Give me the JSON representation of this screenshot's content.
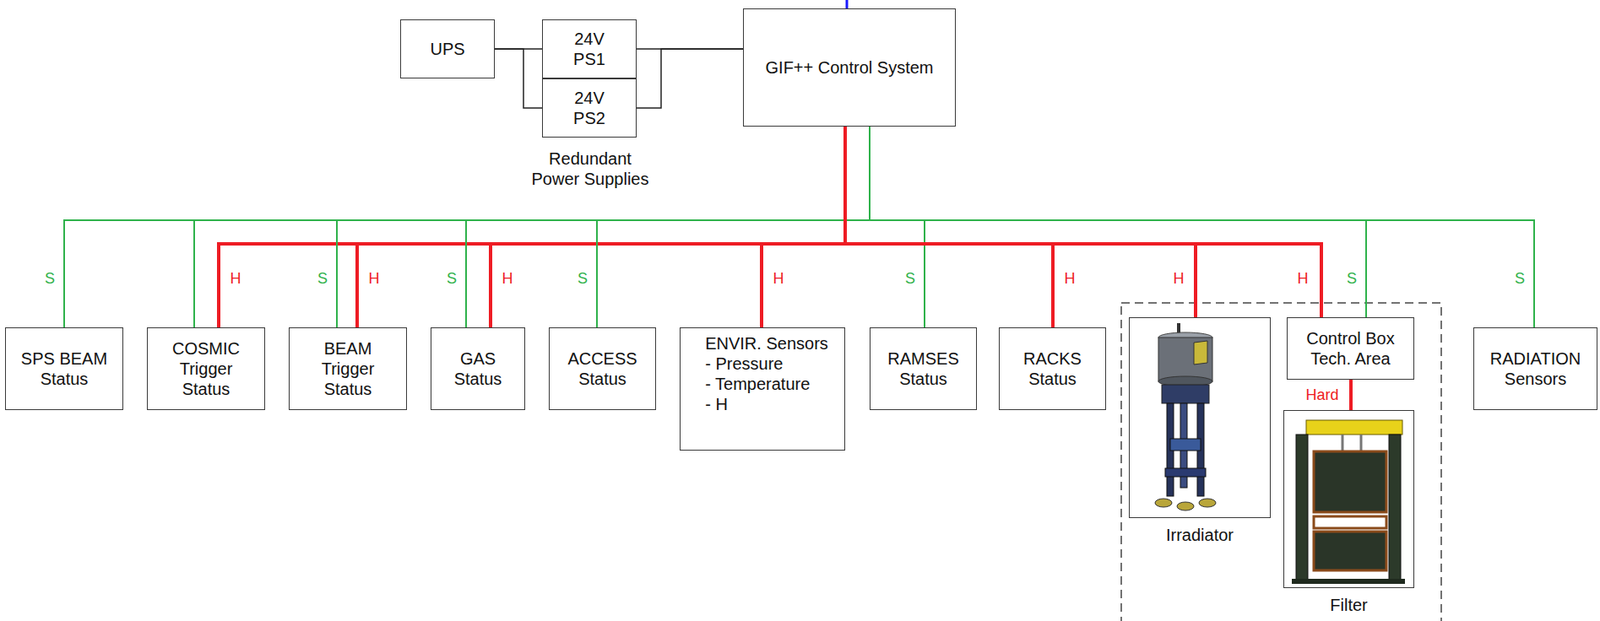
{
  "diagram": {
    "nodes": [
      {
        "text": [
          "UPS"
        ]
      },
      {
        "text": [
          "24V PS1"
        ]
      },
      {
        "text": [
          "24V PS2"
        ]
      },
      {
        "text": [
          "GIF++ Control System"
        ]
      },
      {
        "text": [
          "SPS BEAM Status"
        ]
      },
      {
        "text": [
          "COSMIC Trigger Status"
        ]
      },
      {
        "text": [
          "BEAM Trigger Status"
        ]
      },
      {
        "text": [
          "GAS Status"
        ]
      },
      {
        "text": [
          "ACCESS Status"
        ]
      },
      {
        "text": [
          "ENVIR. Sensors",
          "- Pressure",
          "- Temperature",
          "- H"
        ]
      },
      {
        "text": [
          "RAMSES Status"
        ]
      },
      {
        "text": [
          "RACKS Status"
        ]
      },
      {
        "text": [
          "Irradiator"
        ]
      },
      {
        "text": [
          "Control Box Tech. Area"
        ]
      },
      {
        "text": [
          "Filter"
        ]
      },
      {
        "text": [
          "RADIATION Sensors"
        ]
      }
    ],
    "edges": [
      {
        "from": 0,
        "to": 1,
        "arrow": "none"
      },
      {
        "from": 0,
        "to": 2,
        "arrow": "none"
      },
      {
        "from": 1,
        "to": 3,
        "arrow": "none"
      },
      {
        "from": 2,
        "to": 3,
        "arrow": "none"
      },
      {
        "from": 3,
        "to": 4,
        "arrow": "none",
        "label": "S"
      },
      {
        "from": 3,
        "to": 5,
        "arrow": "none"
      },
      {
        "from": 3,
        "to": 5,
        "arrow": "none",
        "label": "H"
      },
      {
        "from": 3,
        "to": 6,
        "arrow": "none",
        "label": "S"
      },
      {
        "from": 3,
        "to": 6,
        "arrow": "none",
        "label": "H"
      },
      {
        "from": 3,
        "to": 7,
        "arrow": "none",
        "label": "S"
      },
      {
        "from": 3,
        "to": 7,
        "arrow": "none",
        "label": "H"
      },
      {
        "from": 3,
        "to": 8,
        "arrow": "none",
        "label": "S"
      },
      {
        "from": 3,
        "to": 9,
        "arrow": "none",
        "label": "H"
      },
      {
        "from": 3,
        "to": 10,
        "arrow": "none",
        "label": "S"
      },
      {
        "from": 3,
        "to": 11,
        "arrow": "none",
        "label": "H"
      },
      {
        "from": 3,
        "to": 12,
        "arrow": "none",
        "label": "H"
      },
      {
        "from": 3,
        "to": 13,
        "arrow": "none",
        "label": "H"
      },
      {
        "from": 3,
        "to": 13,
        "arrow": "none",
        "label": "S"
      },
      {
        "from": 3,
        "to": 15,
        "arrow": "none",
        "label": "S"
      },
      {
        "from": 13,
        "to": 14,
        "arrow": "none",
        "label": "Hard"
      }
    ],
    "labels": [
      "Redundant Power Supplies"
    ]
  }
}
